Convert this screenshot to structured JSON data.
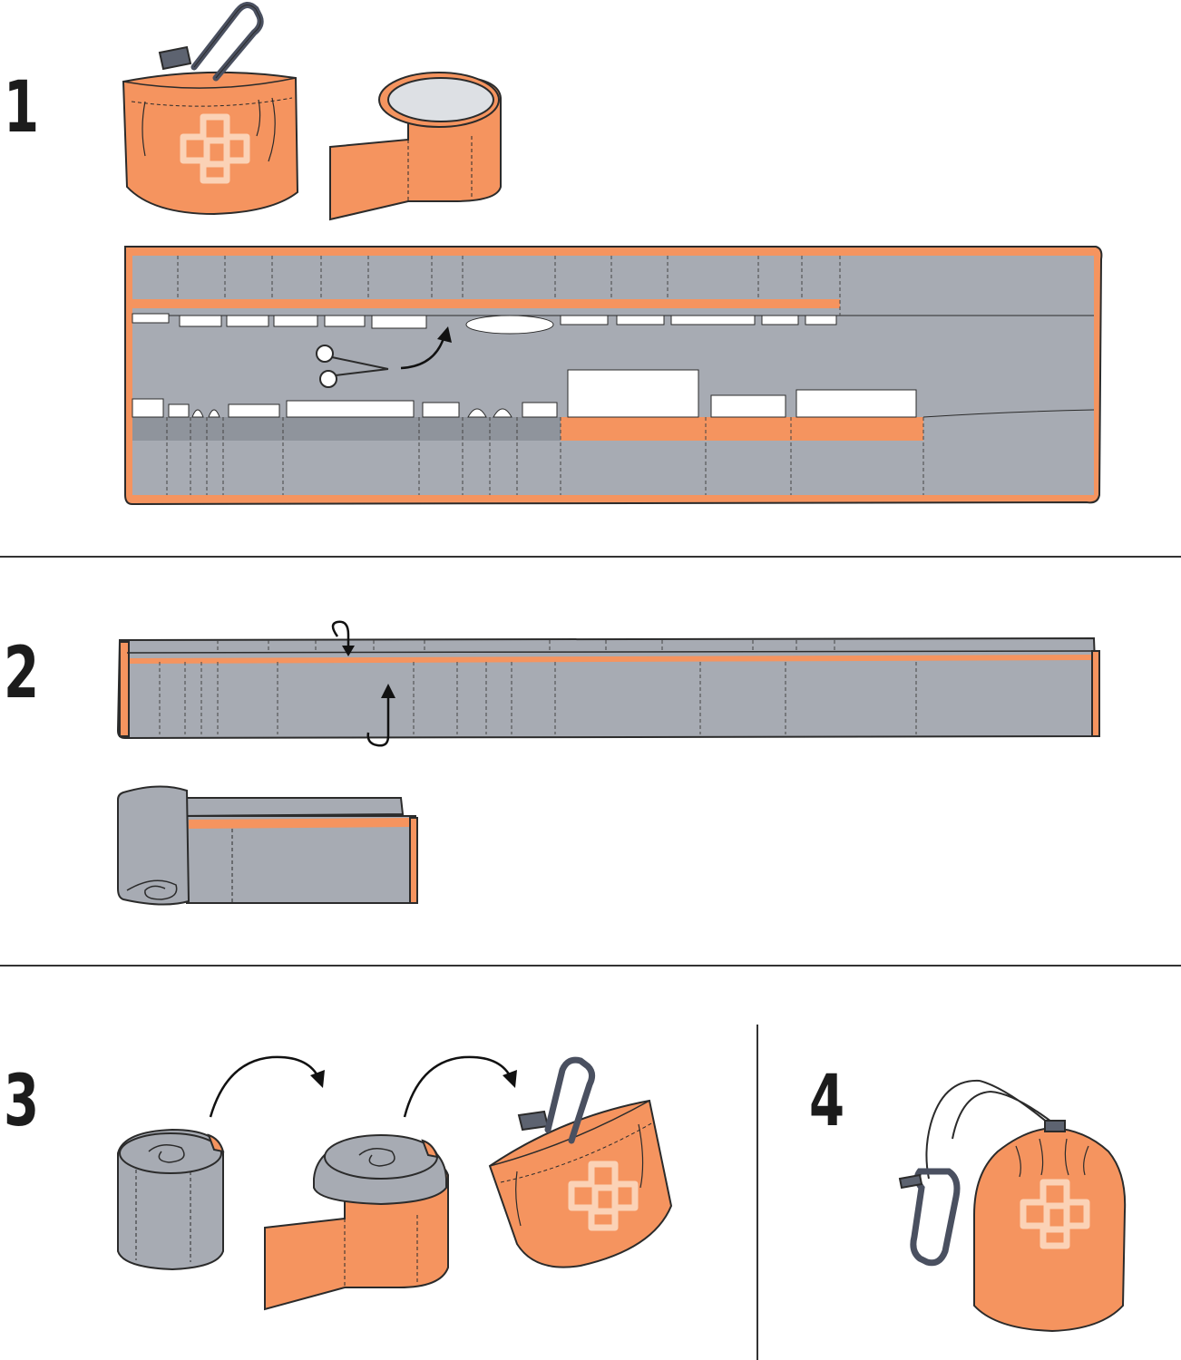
{
  "steps": [
    {
      "number": "1"
    },
    {
      "number": "2"
    },
    {
      "number": "3"
    },
    {
      "number": "4"
    }
  ],
  "colors": {
    "orange": "#f5945f",
    "orange_dark": "#e2763e",
    "gray": "#a7abb3",
    "gray_dark": "#8f949c",
    "outline": "#2b2b2b",
    "logo": "#fbd2b6"
  },
  "icons": [
    "carabiner-icon",
    "scissors-icon",
    "arrow-icon",
    "medical-cross-logo-icon",
    "cord-lock-icon"
  ]
}
